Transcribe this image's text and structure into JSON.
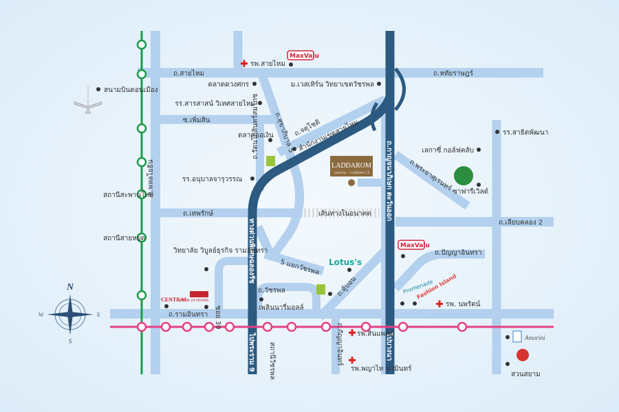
{
  "roads": {
    "sai_mai": "ถ.สายไหม",
    "hathai_rat": "ถ.หทัยราษฎร์",
    "phoem_sin": "ซ.เพิ่มสิน",
    "sukhaphiban5": "ถ.สุขาภิบาล 5",
    "ratanakosin": "ถ.รัตนโกสินทร์สมโภช",
    "chatuchot": "ถ.จตุโชติ",
    "thepharak": "ถ.เทพรักษ์",
    "phahonyothin": "ถ.พหลโยธิน",
    "future_route": "เส้นทางในอนาคต",
    "liap_khlong2": "ถ.เลียบคลอง 2",
    "phraya_suren": "ถ.พระยาสุเรนทร์",
    "panya_indra": "ถ.ปัญญาอินทรา",
    "kubon": "ถ.คู้บอน",
    "watcharaphon": "ถ.วัชรพล",
    "five_junction": "5 แยกวัชรพล",
    "soi39": "ซอย 39",
    "ram_indra": "ถ.รามอินทรา",
    "kanchana": "ถ.กาญจนาภิเษก ตะวันออก",
    "kanchana_bottom": "ไปบางนา",
    "expressway": "ทางด่วนพิเศษฉลองรัช",
    "expressway_bottom": "ไปพระราม 9",
    "kanya_indra": "ถ.กัญญาอินทร์"
  },
  "places": {
    "saimai_hospital": "รพ.สายไหม",
    "maxvalu": "MaxValu",
    "talad_duangsakorn": "ตลาดดวงศกร",
    "school_sarasas": "รร.สารสาสน์ วิเทศสายไหม",
    "western_college": "ม.เวสเทิร์น วิทยาเขตวัชรพล",
    "talad_ongoen": "ตลาดออเงิน",
    "district_office": "สำนักงานเขตสายไหม",
    "school_anuban": "รร.อนุบาลจารุวรรณ",
    "airport": "สนามบินดอนเมือง",
    "station_saphan_mai": "สถานีสะพานใหม่",
    "station_sai_yut": "สถานีสายหยุด",
    "college_vibul": "วิทยาลัย วิบูลย์ธุรกิจ รามอินทรา",
    "central": "CENTRAL",
    "fashion_island_mini": "OPEN 24 HOURS",
    "fashion_mall": "เพลินนารี่มอลล์",
    "lotus": "Lotus's",
    "station_watcharaphon": "สถานีวัชรพล",
    "sinphaet_hospital": "รพ.สินแพทย์",
    "phyathai_hospital": "รพ.พญาไท นวมินทร์",
    "school_sarit": "รร.สาธิตพัฒนา",
    "legacy_golf": "เลกาซี่ กอล์ฟคลับ",
    "safari_world": "ซาฟารีเวิลด์",
    "maxvalu2": "MaxValu",
    "promenade": "Promenade",
    "fashion_island": "Fashion Island",
    "nopparat_hospital": "รพ. นพรัตน์",
    "amorini": "Amorini",
    "siam_park": "สวนสยาม"
  },
  "project": {
    "name": "LADDAROM",
    "subtitle": "วงแหวน - รามอินทรา 2"
  },
  "compass": {
    "n": "N",
    "s": "S",
    "e": "E",
    "w": "W"
  },
  "colors": {
    "road": "#b3d1ee",
    "expressway": "#2c5a80",
    "green_line": "#1c9a4c",
    "pink_line": "#e53f83",
    "project": "#8b6a3e"
  }
}
